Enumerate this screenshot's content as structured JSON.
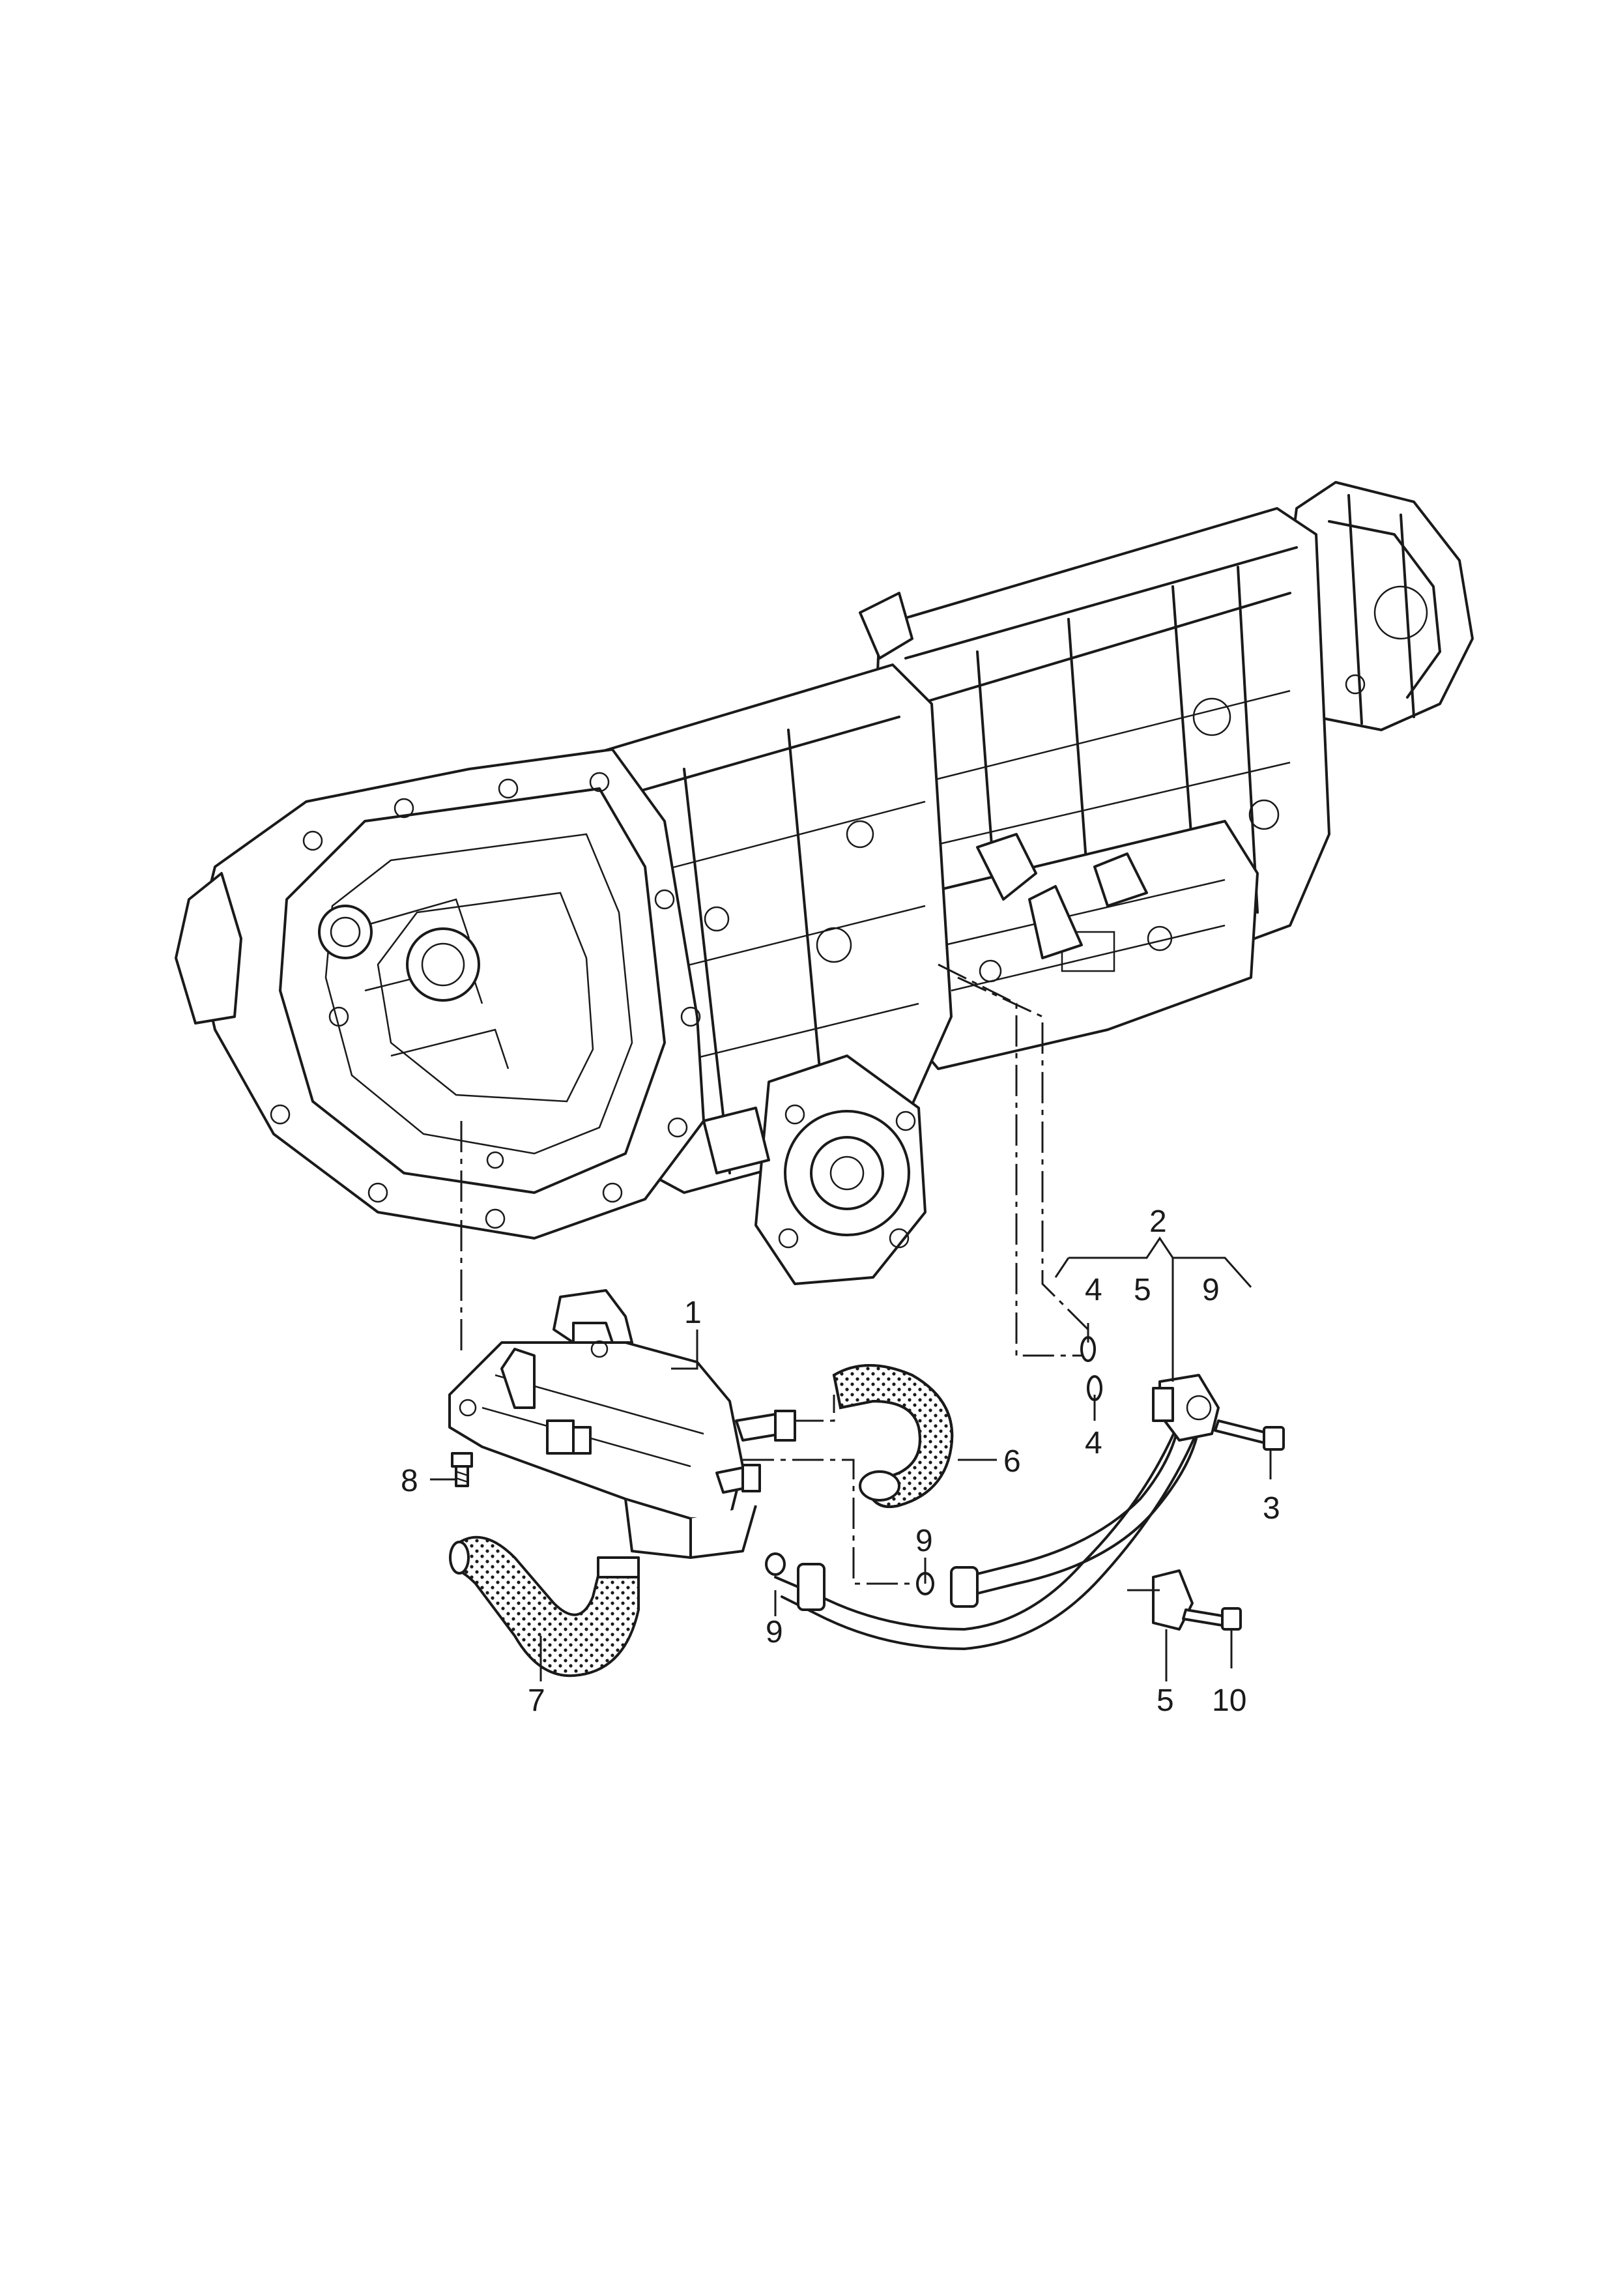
{
  "callouts": {
    "c1": "1",
    "c2": "2",
    "c2_sub_4": "4",
    "c2_sub_5": "5",
    "c2_sub_9": "9",
    "c3": "3",
    "c4": "4",
    "c5": "5",
    "c6": "6",
    "c7": "7",
    "c8": "8",
    "c9_left": "9",
    "c9_right": "9",
    "c10": "10"
  }
}
